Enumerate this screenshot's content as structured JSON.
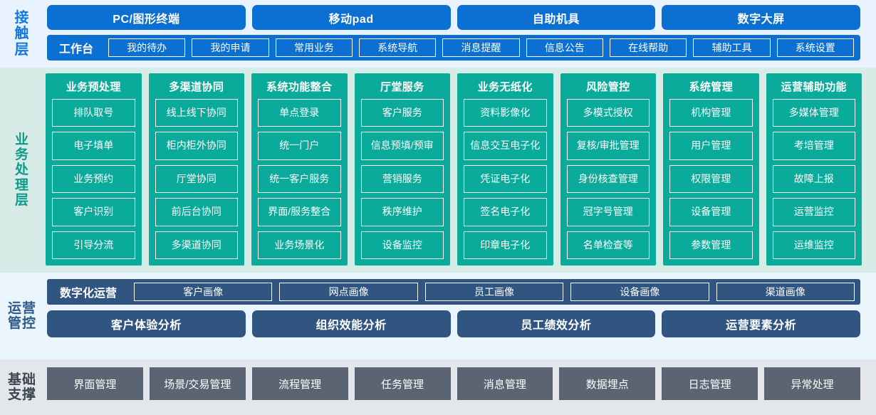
{
  "layers": {
    "contact": {
      "label": "接触层",
      "channels": [
        "PC/图形终端",
        "移动pad",
        "自助机具",
        "数字大屏"
      ],
      "workbench_title": "工作台",
      "workbench_items": [
        "我的待办",
        "我的申请",
        "常用业务",
        "系统导航",
        "消息提醒",
        "信息公告",
        "在线帮助",
        "辅助工具",
        "系统设置"
      ]
    },
    "business": {
      "label": "业务处理层",
      "columns": [
        {
          "title": "业务预处理",
          "items": [
            "排队取号",
            "电子填单",
            "业务预约",
            "客户识别",
            "引导分流"
          ]
        },
        {
          "title": "多渠道协同",
          "items": [
            "线上线下协同",
            "柜内柜外协同",
            "厅堂协同",
            "前后台协同",
            "多渠道协同"
          ]
        },
        {
          "title": "系统功能整合",
          "items": [
            "单点登录",
            "统一门户",
            "统一客户服务",
            "界面/服务整合",
            "业务场景化"
          ]
        },
        {
          "title": "厅堂服务",
          "items": [
            "客户服务",
            "信息预填/预审",
            "营销服务",
            "秩序维护",
            "设备监控"
          ]
        },
        {
          "title": "业务无纸化",
          "items": [
            "资料影像化",
            "信息交互电子化",
            "凭证电子化",
            "签名电子化",
            "印章电子化"
          ]
        },
        {
          "title": "风险管控",
          "items": [
            "多模式授权",
            "复核/审批管理",
            "身份核查管理",
            "冠字号管理",
            "名单检查等"
          ]
        },
        {
          "title": "系统管理",
          "items": [
            "机构管理",
            "用户管理",
            "权限管理",
            "设备管理",
            "参数管理"
          ]
        },
        {
          "title": "运营辅助功能",
          "items": [
            "多媒体管理",
            "考培管理",
            "故障上报",
            "运营监控",
            "运维监控"
          ]
        }
      ]
    },
    "operations": {
      "label": "运营管控",
      "portrait_title": "数字化运营",
      "portrait_items": [
        "客户画像",
        "网点画像",
        "员工画像",
        "设备画像",
        "渠道画像"
      ],
      "analysis_items": [
        "客户体验分析",
        "组织效能分析",
        "员工绩效分析",
        "运营要素分析"
      ]
    },
    "base": {
      "label": "基础支撑",
      "items": [
        "界面管理",
        "场景/交易管理",
        "流程管理",
        "任务管理",
        "消息管理",
        "数据埋点",
        "日志管理",
        "异常处理"
      ]
    }
  },
  "colors": {
    "contact_bg": "#e9f3fd",
    "contact_accent": "#0c6fd2",
    "business_bg": "#d8ece7",
    "business_accent": "#0bab9b",
    "ops_bg": "#eaf5fd",
    "ops_accent": "#2f5580",
    "base_bg": "#e3e6ea",
    "base_accent": "#5b6472"
  }
}
